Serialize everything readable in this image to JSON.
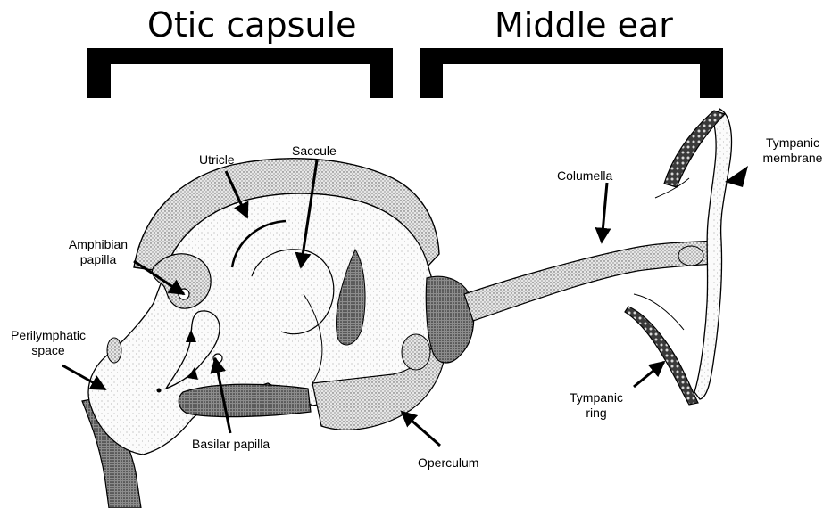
{
  "headings": {
    "otic_capsule": "Otic capsule",
    "middle_ear": "Middle ear"
  },
  "labels": {
    "utricle": "Utricle",
    "saccule": "Saccule",
    "columella": "Columella",
    "tympanic_membrane": [
      "Tympanic",
      "membrane"
    ],
    "amphibian_papilla": [
      "Amphibian",
      "papilla"
    ],
    "perilymphatic_space": [
      "Perilymphatic",
      "space"
    ],
    "basilar_papilla": "Basilar papilla",
    "operculum": "Operculum",
    "tympanic_ring": [
      "Tympanic",
      "ring"
    ]
  },
  "colors": {
    "ink": "#000000",
    "stipple_light": "#eeeeee",
    "stipple_dark": "#6a6a6a",
    "background": "#ffffff"
  }
}
